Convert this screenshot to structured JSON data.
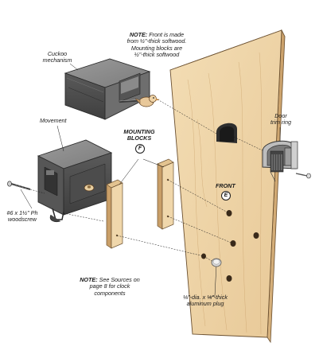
{
  "labels": {
    "note_top_prefix": "NOTE:",
    "note_top_line1": "Front is made",
    "note_top_line2": "from ½\"-thick softwood.",
    "note_top_line3": "Mounting blocks are",
    "note_top_line4": "½\"-thick softwood",
    "cuckoo_line1": "Cuckoo",
    "cuckoo_line2": "mechanism",
    "movement": "Movement",
    "mounting_line1": "MOUNTING",
    "mounting_line2": "BLOCKS",
    "mounting_callout": "F",
    "door_line1": "Door",
    "door_line2": "trim ring",
    "front": "FRONT",
    "front_callout": "E",
    "screw_line1": "#6 x 1½\" Ph",
    "screw_line2": "woodscrew",
    "note_bottom_prefix": "NOTE:",
    "note_bottom_line1": "See Sources on",
    "note_bottom_line2": "page 8 for clock",
    "note_bottom_line3": "components",
    "plug_line1": "⅛\"-dia. x ⅛\"-thick",
    "plug_line2": "aluminum plug"
  }
}
